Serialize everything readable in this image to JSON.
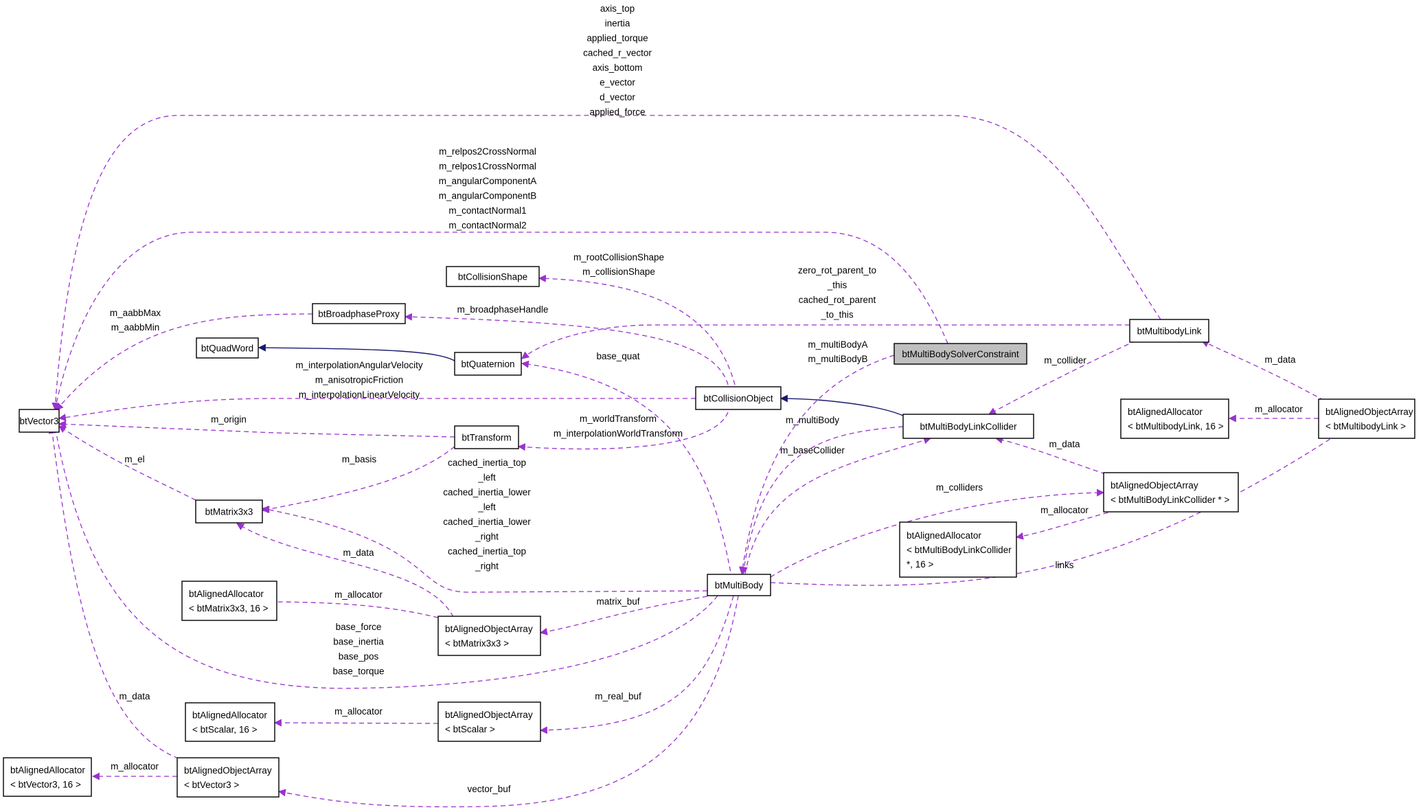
{
  "diagram": {
    "colors": {
      "uses_edge": "#9a32cd",
      "inherit_edge": "#191970",
      "node_border": "#000000",
      "focus_fill": "#bfbfbf"
    },
    "nodes": {
      "btVector3": [
        "btVector3"
      ],
      "btQuadWord": [
        "btQuadWord"
      ],
      "btCollisionShape": [
        "btCollisionShape"
      ],
      "btBroadphaseProxy": [
        "btBroadphaseProxy"
      ],
      "btQuaternion": [
        "btQuaternion"
      ],
      "btTransform": [
        "btTransform"
      ],
      "btMatrix3x3": [
        "btMatrix3x3"
      ],
      "btCollisionObject": [
        "btCollisionObject"
      ],
      "btMultiBodySolverConstraint": [
        "btMultiBodySolverConstraint"
      ],
      "btMultibodyLink": [
        "btMultibodyLink"
      ],
      "btMultiBodyLinkCollider": [
        "btMultiBodyLinkCollider"
      ],
      "btAlignedAllocator_link": [
        "btAlignedAllocator",
        "< btMultibodyLink, 16 >"
      ],
      "btAlignedObjectArray_link": [
        "btAlignedObjectArray",
        "< btMultibodyLink >"
      ],
      "btAlignedObjectArray_collider": [
        "btAlignedObjectArray",
        "< btMultiBodyLinkCollider * >"
      ],
      "btAlignedAllocator_collider": [
        "btAlignedAllocator",
        "< btMultiBodyLinkCollider",
        "*, 16 >"
      ],
      "btMultiBody": [
        "btMultiBody"
      ],
      "btAlignedAllocator_mat": [
        "btAlignedAllocator",
        "< btMatrix3x3, 16 >"
      ],
      "btAlignedObjectArray_mat": [
        "btAlignedObjectArray",
        "< btMatrix3x3 >"
      ],
      "btAlignedAllocator_scalar": [
        "btAlignedAllocator",
        "< btScalar, 16 >"
      ],
      "btAlignedObjectArray_scalar": [
        "btAlignedObjectArray",
        "< btScalar >"
      ],
      "btAlignedAllocator_vec": [
        "btAlignedAllocator",
        "< btVector3, 16 >"
      ],
      "btAlignedObjectArray_vec": [
        "btAlignedObjectArray",
        "< btVector3 >"
      ]
    },
    "edge_labels": {
      "link_to_vector": [
        "axis_top",
        "inertia",
        "applied_torque",
        "cached_r_vector",
        "axis_bottom",
        "e_vector",
        "d_vector",
        "applied_force"
      ],
      "constraint_to_vector": [
        "m_relpos2CrossNormal",
        "m_relpos1CrossNormal",
        "m_angularComponentA",
        "m_angularComponentB",
        "m_contactNormal1",
        "m_contactNormal2"
      ],
      "proxy_to_vector": [
        "m_aabbMax",
        "m_aabbMin"
      ],
      "object_to_shape": [
        "m_rootCollisionShape",
        "m_collisionShape"
      ],
      "object_to_proxy": [
        "m_broadphaseHandle"
      ],
      "link_to_quat": [
        "zero_rot_parent_to",
        "_this",
        "cached_rot_parent",
        "_to_this"
      ],
      "constraint_to_body": [
        "m_multiBodyA",
        "m_multiBodyB"
      ],
      "body_to_quat": [
        "base_quat"
      ],
      "object_to_vector": [
        "m_interpolationAngularVelocity",
        "m_anisotropicFriction",
        "m_interpolationLinearVelocity"
      ],
      "transform_to_vector": [
        "m_origin"
      ],
      "link_to_collider": [
        "m_collider"
      ],
      "linkarray_to_link": [
        "m_data"
      ],
      "linkarray_to_alloc": [
        "m_allocator"
      ],
      "collider_to_body": [
        "m_multiBody"
      ],
      "object_to_transform": [
        "m_worldTransform",
        "m_interpolationWorldTransform"
      ],
      "matrix_to_vector": [
        "m_el"
      ],
      "transform_to_matrix": [
        "m_basis"
      ],
      "body_to_collider": [
        "m_baseCollider"
      ],
      "colarray_to_collider": [
        "m_data"
      ],
      "body_to_matrix": [
        "cached_inertia_top",
        "_left",
        "cached_inertia_lower",
        "_left",
        "cached_inertia_lower",
        "_right",
        "cached_inertia_top",
        "_right"
      ],
      "body_to_colarray": [
        "m_colliders"
      ],
      "colarray_to_alloc": [
        "m_allocator"
      ],
      "matarray_to_matrix": [
        "m_data"
      ],
      "body_to_linkarray": [
        "links"
      ],
      "matarray_to_alloc": [
        "m_allocator"
      ],
      "body_to_matarray": [
        "matrix_buf"
      ],
      "body_to_vector": [
        "base_force",
        "base_inertia",
        "base_pos",
        "base_torque"
      ],
      "vecarray_to_vector": [
        "m_data"
      ],
      "body_to_scalararray": [
        "m_real_buf"
      ],
      "scalararray_to_alloc": [
        "m_allocator"
      ],
      "vecarray_to_alloc": [
        "m_allocator"
      ],
      "body_to_vecarray": [
        "vector_buf"
      ]
    }
  }
}
